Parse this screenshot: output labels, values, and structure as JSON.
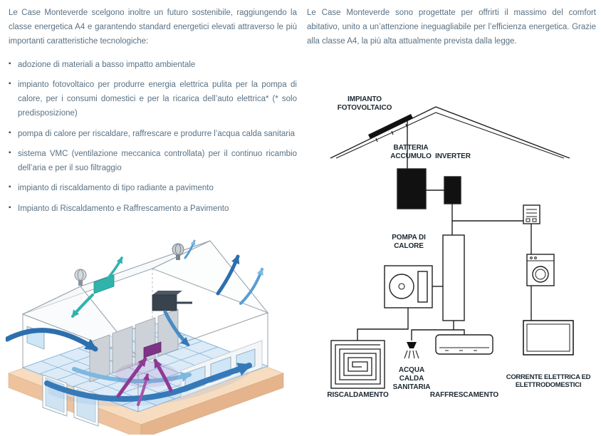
{
  "colors": {
    "text": "#5a7183",
    "label": "#1b2731",
    "ink": "#1f1f1f",
    "arrow-blue": "#2d6fad",
    "arrow-light-blue": "#7db8e0",
    "arrow-purple": "#8e3a95",
    "vmc-teal": "#2fb3ad",
    "ground-peach": "#f7dcc0",
    "floor-blue": "#dcebf7"
  },
  "left": {
    "intro": "Le Case Monteverde scelgono inoltre un futuro sostenibile, raggiungendo la classe energetica A4 e garantendo standard energetici elevati attraverso le più importanti caratteristiche tecnologiche:",
    "bullets": [
      "adozione di materiali a basso impatto ambientale",
      "impianto fotovoltaico per produrre energia elettrica pulita per la pompa di calore, per i consumi domestici e per la ricarica dell’auto elettrica* (* solo predisposizione)",
      "pompa di calore per riscaldare, raffrescare e produrre l’acqua calda sanitaria",
      "sistema VMC (ventilazione meccanica controllata) per il continuo ricambio dell’aria e per il suo filtraggio",
      "impianto di riscaldamento di tipo radiante a pavimento",
      "Impianto di Riscaldamento e Raffrescamento a Pavimento"
    ]
  },
  "right": {
    "intro": "Le Case Monteverde sono progettate per offrirti il massimo del comfort abitativo, unito a un’attenzione ineguagliabile per l’efficienza energetica. Grazie alla classe A4, la più alta attualmente prevista dalla legge."
  },
  "diagram": {
    "labels": {
      "impianto_fotovoltaico": "IMPIANTO\nFOTOVOLTAICO",
      "batteria_accumulo": "BATTERIA\nACCUMULO",
      "inverter": "INVERTER",
      "pompa_di_calore": "POMPA DI\nCALORE",
      "riscaldamento": "RISCALDAMENTO",
      "acqua_calda_sanitaria": "ACQUA\nCALDA\nSANITARIA",
      "raffrescamento": "RAFFRESCAMENTO",
      "corrente": "CORRENTE ELETTRICA ED\nELETTRODOMESTICI"
    }
  }
}
